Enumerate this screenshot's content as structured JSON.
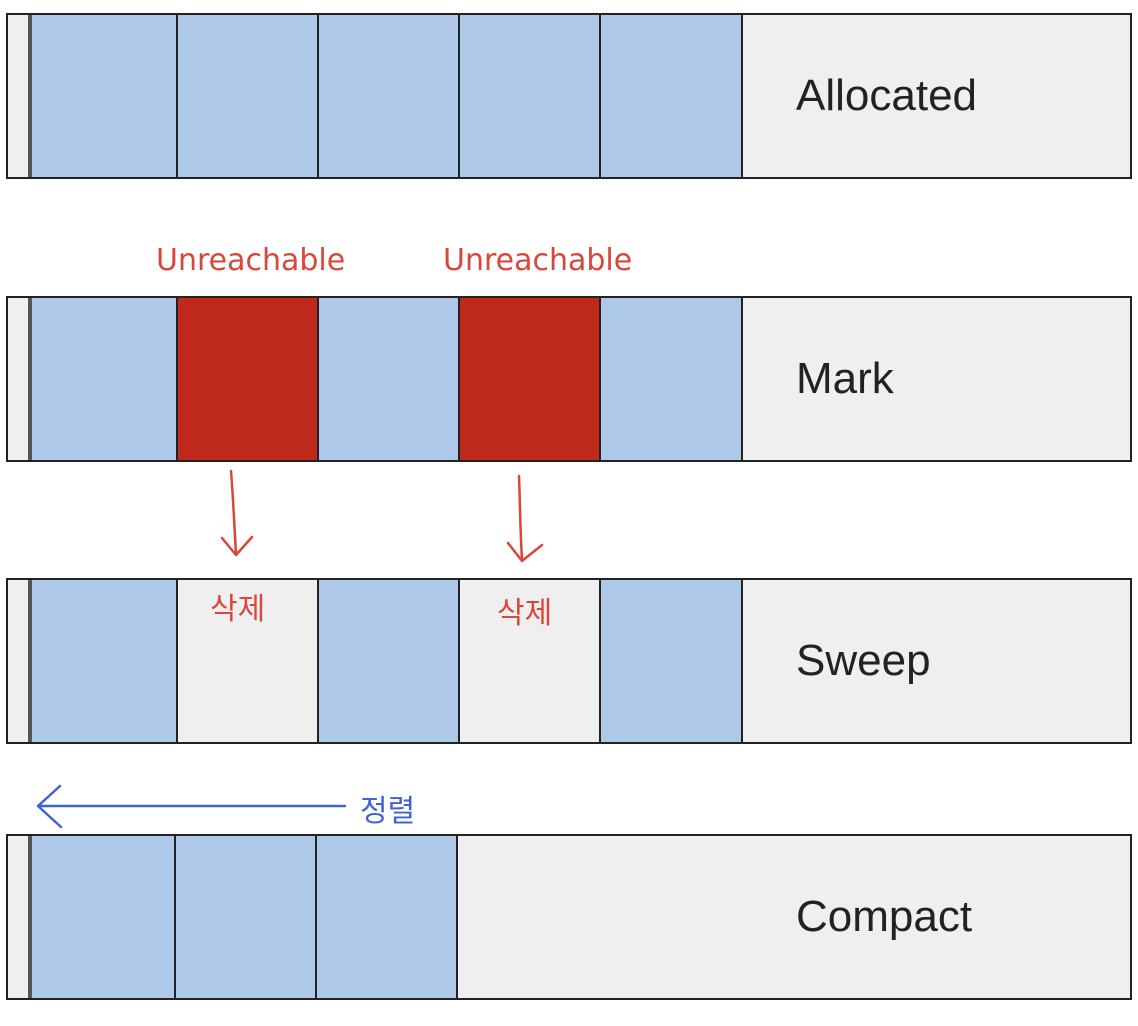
{
  "colors": {
    "live": "#aec8ea",
    "unreachable": "#bf2a1c",
    "free": "#efefef",
    "border": "#222222",
    "annotation_red": "#d9473a",
    "annotation_blue": "#3f63d6"
  },
  "rows": [
    {
      "label": "Allocated",
      "cells": [
        "live",
        "live",
        "live",
        "live",
        "live"
      ]
    },
    {
      "label": "Mark",
      "cells": [
        "live",
        "unreachable",
        "live",
        "unreachable",
        "live"
      ]
    },
    {
      "label": "Sweep",
      "cells": [
        "live",
        "free",
        "live",
        "free",
        "live"
      ]
    },
    {
      "label": "Compact",
      "cells": [
        "live",
        "live",
        "live"
      ]
    }
  ],
  "annotations": {
    "unreachable_1": "Unreachable",
    "unreachable_2": "Unreachable",
    "delete_1": "삭제",
    "delete_2": "삭제",
    "compact_arrow": "정렬"
  }
}
